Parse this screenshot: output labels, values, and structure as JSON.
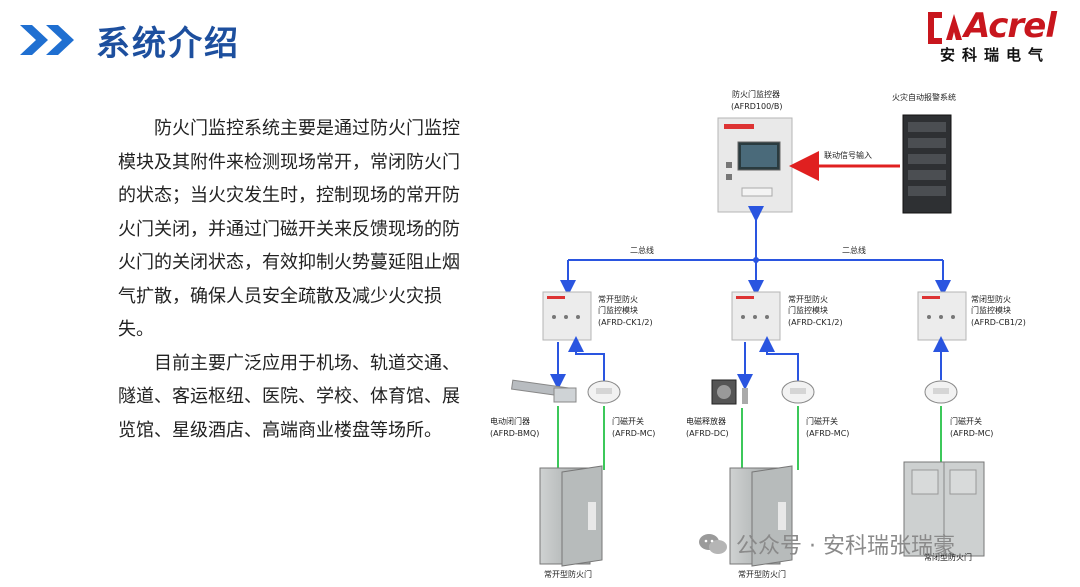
{
  "header": {
    "title": "系统介绍",
    "logo_word": "Acrel",
    "logo_cn": "安科瑞电气"
  },
  "paragraphs": [
    "防火门监控系统主要是通过防火门监控模块及其附件来检测现场常开，常闭防火门的状态；当火灾发生时，控制现场的常开防火门关闭，并通过门磁开关来反馈现场的防火门的关闭状态，有效抑制火势蔓延阻止烟气扩散，确保人员安全疏散及减少火灾损失。",
    "目前主要广泛应用于机场、轨道交通、隧道、客运枢纽、医院、学校、体育馆、展览馆、星级酒店、高端商业楼盘等场所。"
  ],
  "diagram": {
    "controller": {
      "name": "防火门监控器",
      "model": "(AFRD100/B)"
    },
    "fire_alarm": "火灾自动报警系统",
    "linkage_label": "联动信号输入",
    "bus_left": "二总线",
    "bus_right": "二总线",
    "module1": {
      "line1": "常开型防火",
      "line2": "门监控模块",
      "model": "(AFRD-CK1/2)"
    },
    "module2": {
      "line1": "常开型防火",
      "line2": "门监控模块",
      "model": "(AFRD-CK1/2)"
    },
    "module3": {
      "line1": "常闭型防火",
      "line2": "门监控模块",
      "model": "(AFRD-CB1/2)"
    },
    "closer": {
      "name": "电动闭门器",
      "model": "(AFRD-BMQ)"
    },
    "sensor1": {
      "name": "门磁开关",
      "model": "(AFRD-MC)"
    },
    "releaser": {
      "name": "电磁释放器",
      "model": "(AFRD-DC)"
    },
    "sensor2": {
      "name": "门磁开关",
      "model": "(AFRD-MC)"
    },
    "sensor3": {
      "name": "门磁开关",
      "model": "(AFRD-MC)"
    },
    "door1": "常开型防火门",
    "door2": "常开型防火门",
    "door3": "常闭型防火门"
  },
  "watermark": "公众号 · 安科瑞张瑞豪",
  "colors": {
    "title": "#1d4f9e",
    "chevron": "#1f6fd1",
    "brand_red": "#c8161d",
    "bus_blue": "#2a55e0",
    "signal_red": "#e02020",
    "wire_green": "#3cc85a"
  }
}
